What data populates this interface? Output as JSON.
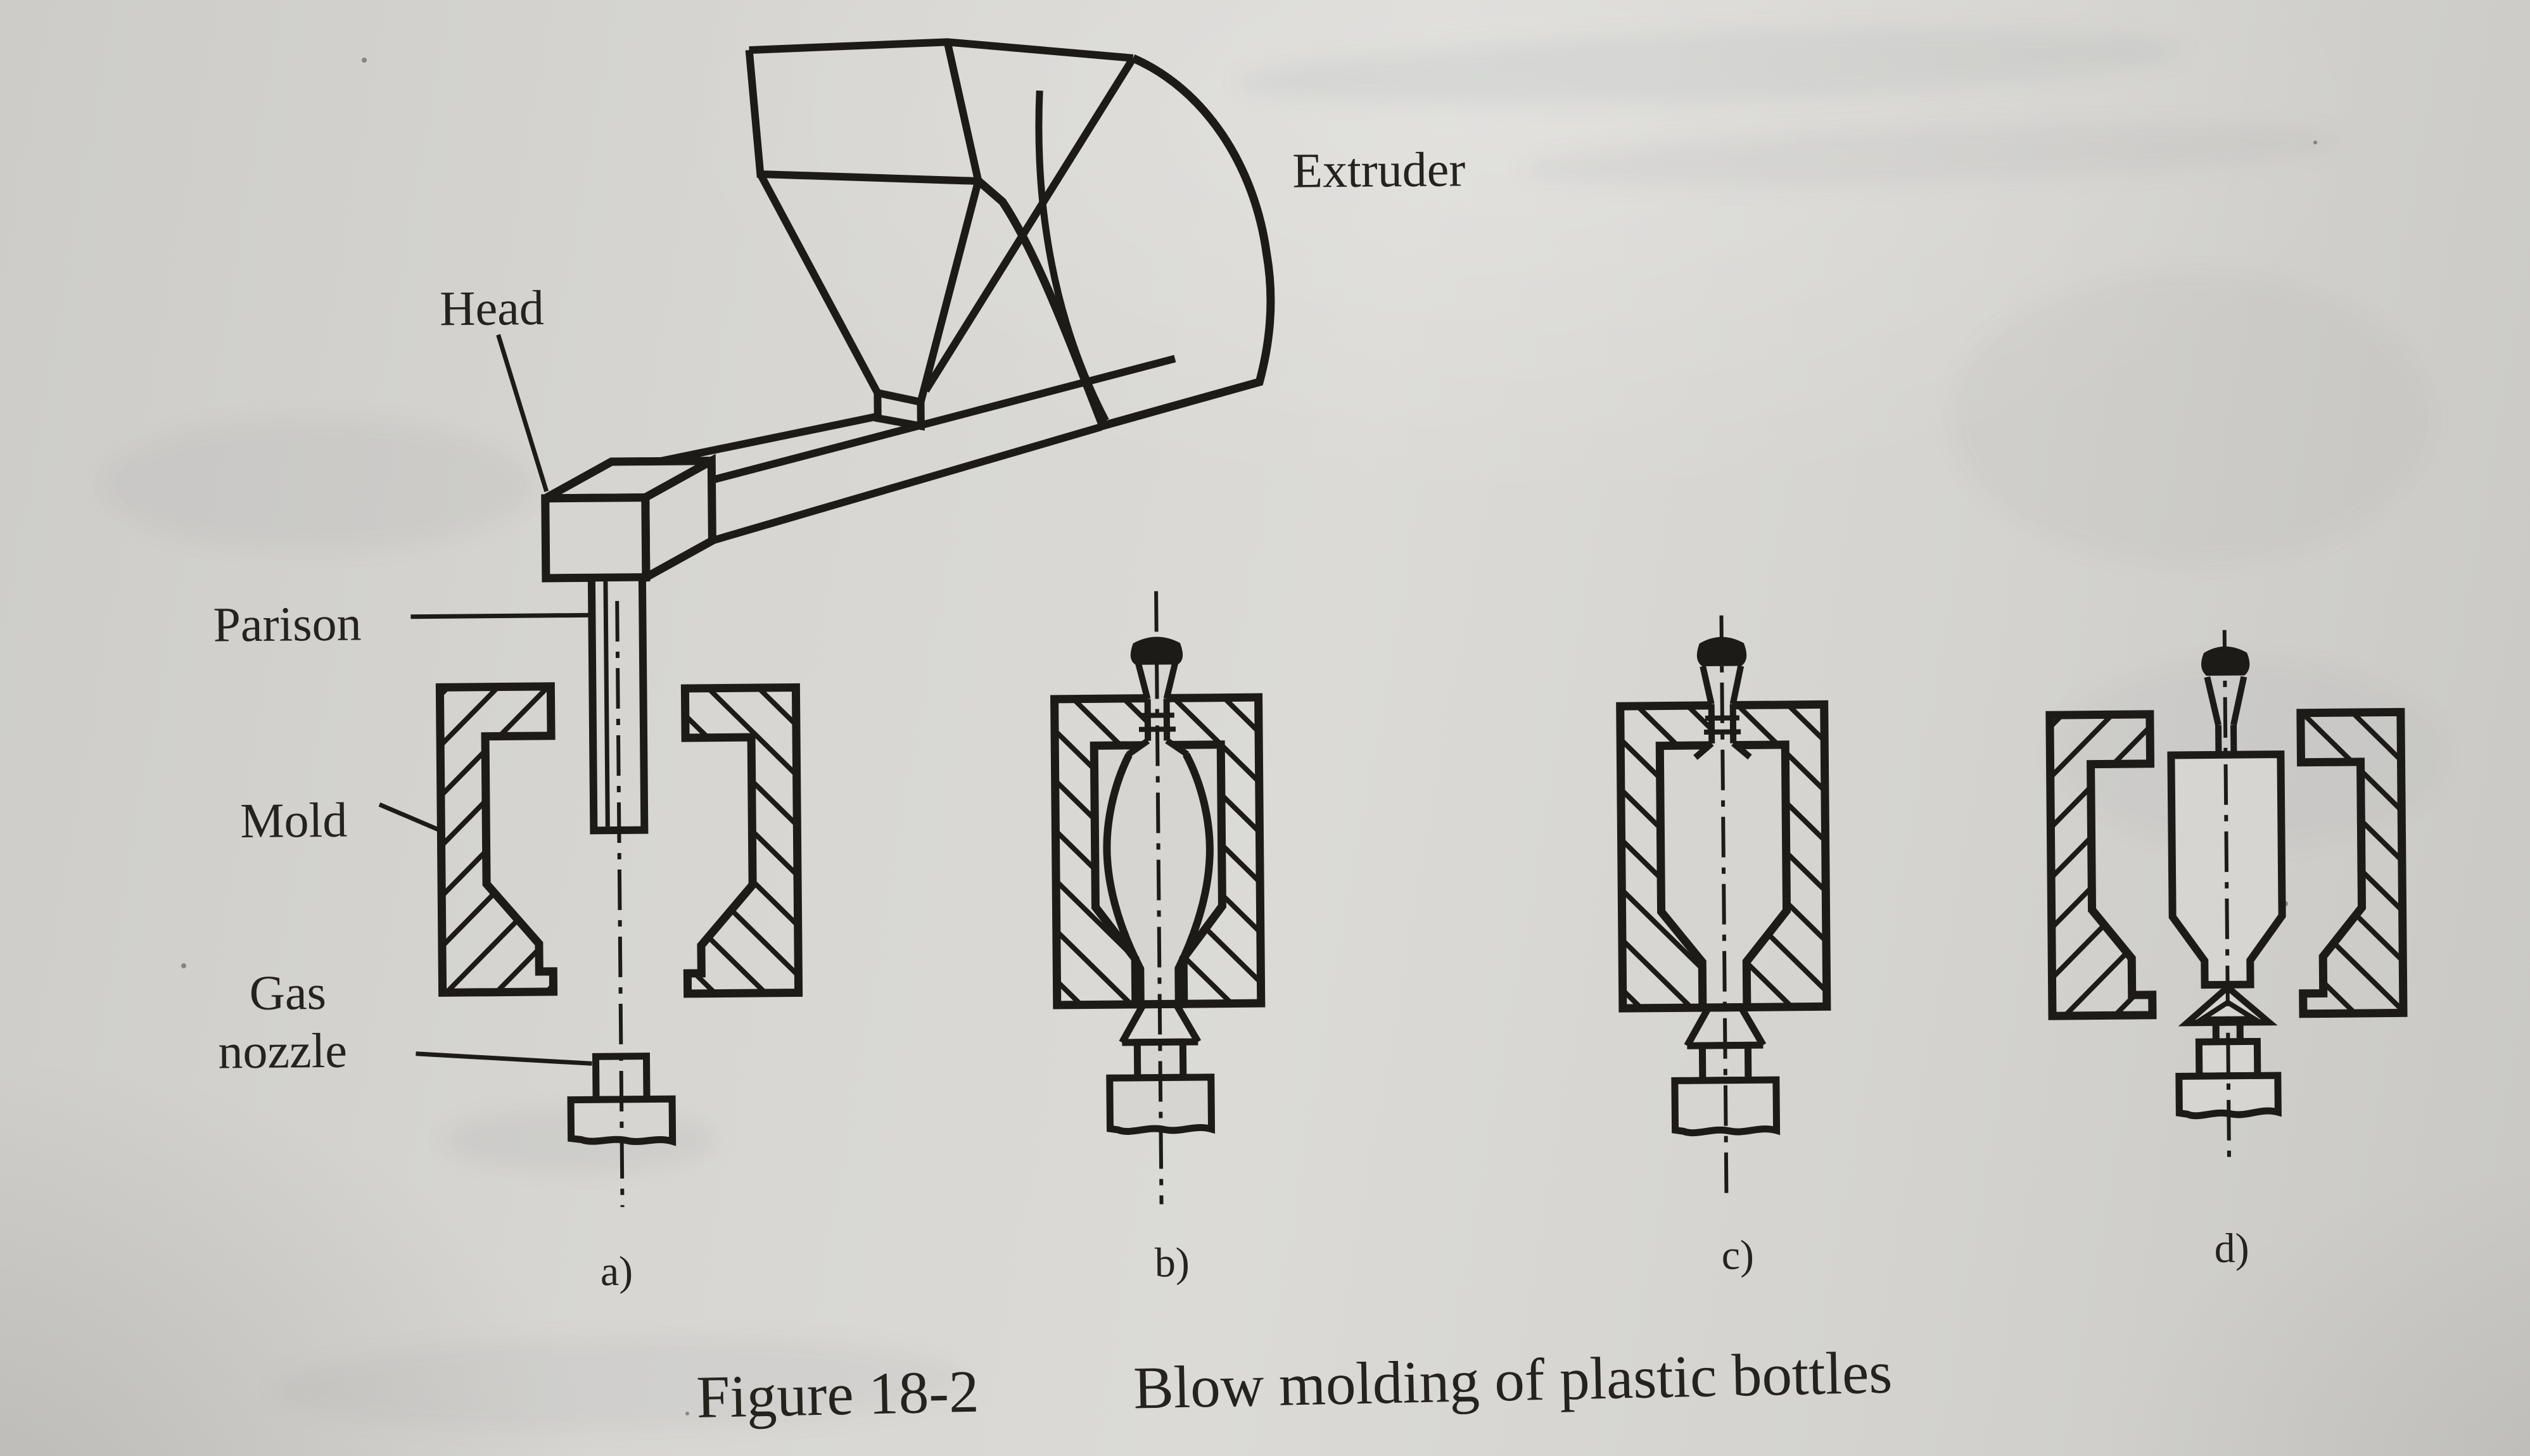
{
  "page": {
    "paper_color": "#d6d5d1",
    "ink_color": "#1d1b18"
  },
  "figure": {
    "machine_labels": {
      "extruder": "Extruder",
      "head": "Head",
      "parison": "Parison",
      "mold": "Mold",
      "gas_line1": "Gas",
      "gas_line2": "nozzle"
    },
    "stage_labels": {
      "a": "a)",
      "b": "b)",
      "c": "c)",
      "d": "d)"
    },
    "caption": {
      "number": "Figure 18-2",
      "title": "Blow molding of plastic bottles"
    }
  }
}
